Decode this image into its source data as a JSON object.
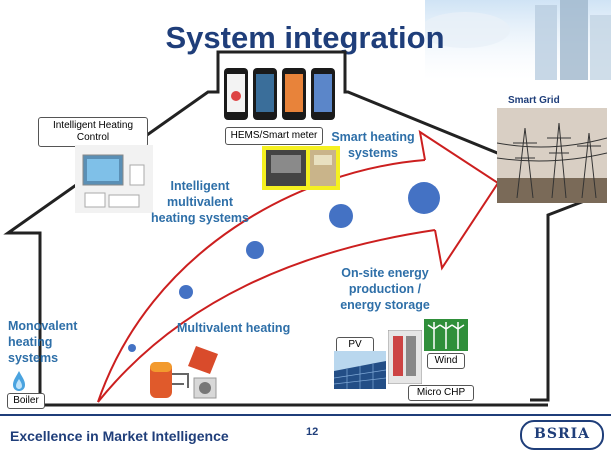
{
  "title": "System integration",
  "labels": {
    "intelligent_heating_control": "Intelligent Heating Control",
    "hems_smart_meter": "HEMS/Smart meter",
    "smart_heating_systems": "Smart heating systems",
    "intelligent_multivalent": "Intelligent multivalent heating systems",
    "smart_grid": "Smart Grid",
    "onsite_energy": "On-site energy production / energy storage",
    "monovalent": "Monovalent heating systems",
    "multivalent": "Multivalent heating",
    "boiler": "Boiler",
    "pv": "PV",
    "wind": "Wind",
    "micro_chp": "Micro CHP"
  },
  "footer": {
    "tagline": "Excellence in Market Intelligence",
    "page_number": "12",
    "logo_text": "BSRIA"
  },
  "colors": {
    "title_blue": "#1f3e7a",
    "label_blue": "#2e6fa8",
    "arrow_red": "#cc1f1f",
    "dot_blue": "#4472c4",
    "house_outline": "#222222"
  }
}
